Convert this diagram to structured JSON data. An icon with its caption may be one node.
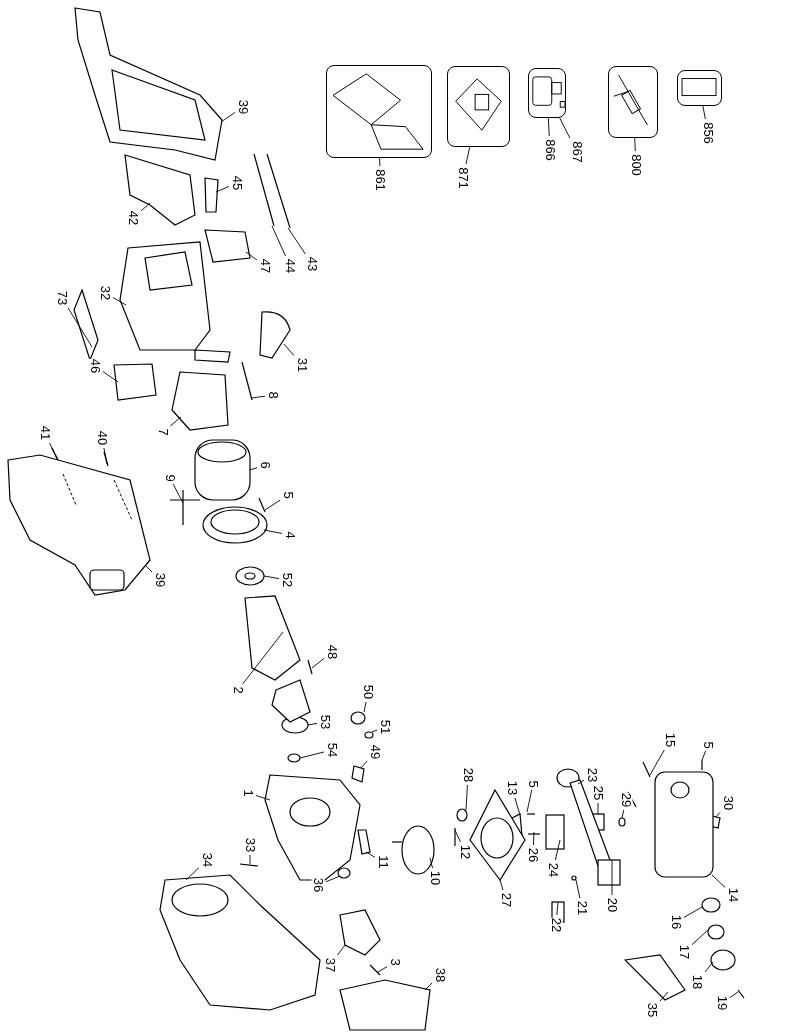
{
  "diagram": {
    "nodes": [
      {
        "text": [],
        "shape": "picture"
      },
      {
        "text": [],
        "shape": "picture"
      },
      {
        "text": [],
        "shape": "picture"
      },
      {
        "text": [],
        "shape": "picture"
      },
      {
        "text": [],
        "shape": "picture"
      },
      {
        "text": [
          "861"
        ]
      },
      {
        "text": [
          "871"
        ]
      },
      {
        "text": [
          "866"
        ]
      },
      {
        "text": [
          "867"
        ]
      },
      {
        "text": [
          "800"
        ]
      },
      {
        "text": [
          "856"
        ]
      },
      {
        "text": [
          "39"
        ]
      },
      {
        "text": [
          "45"
        ]
      },
      {
        "text": [
          "42"
        ]
      },
      {
        "text": [
          "47"
        ]
      },
      {
        "text": [
          "44"
        ]
      },
      {
        "text": [
          "43"
        ]
      },
      {
        "text": [
          "32"
        ]
      },
      {
        "text": [
          "73"
        ]
      },
      {
        "text": [
          "31"
        ]
      },
      {
        "text": [
          "46"
        ]
      },
      {
        "text": [
          "8"
        ]
      },
      {
        "text": [
          "7"
        ]
      },
      {
        "text": [
          "41"
        ]
      },
      {
        "text": [
          "40"
        ]
      },
      {
        "text": [
          "6"
        ]
      },
      {
        "text": [
          "9"
        ]
      },
      {
        "text": [
          "5"
        ]
      },
      {
        "text": [
          "4"
        ]
      },
      {
        "text": [
          "39"
        ]
      },
      {
        "text": [
          "52"
        ]
      },
      {
        "text": [
          "48"
        ]
      },
      {
        "text": [
          "2"
        ]
      },
      {
        "text": [
          "50"
        ]
      },
      {
        "text": [
          "53"
        ]
      },
      {
        "text": [
          "51"
        ]
      },
      {
        "text": [
          "54"
        ]
      },
      {
        "text": [
          "49"
        ]
      },
      {
        "text": [
          "1"
        ]
      },
      {
        "text": [
          "28"
        ]
      },
      {
        "text": [
          "13"
        ]
      },
      {
        "text": [
          "5"
        ]
      },
      {
        "text": [
          "23"
        ]
      },
      {
        "text": [
          "25"
        ]
      },
      {
        "text": [
          "29"
        ]
      },
      {
        "text": [
          "15"
        ]
      },
      {
        "text": [
          "5"
        ]
      },
      {
        "text": [
          "30"
        ]
      },
      {
        "text": [
          "11"
        ]
      },
      {
        "text": [
          "12"
        ]
      },
      {
        "text": [
          "26"
        ]
      },
      {
        "text": [
          "33"
        ]
      },
      {
        "text": [
          "24"
        ]
      },
      {
        "text": [
          "10"
        ]
      },
      {
        "text": [
          "27"
        ]
      },
      {
        "text": [
          "20"
        ]
      },
      {
        "text": [
          "21"
        ]
      },
      {
        "text": [
          "22"
        ]
      },
      {
        "text": [
          "14"
        ]
      },
      {
        "text": [
          "34"
        ]
      },
      {
        "text": [
          "16"
        ]
      },
      {
        "text": [
          "36"
        ]
      },
      {
        "text": [
          "17"
        ]
      },
      {
        "text": [
          "37"
        ]
      },
      {
        "text": [
          "3"
        ]
      },
      {
        "text": [
          "38"
        ]
      },
      {
        "text": [
          "18"
        ]
      },
      {
        "text": [
          "35"
        ]
      },
      {
        "text": [
          "19"
        ]
      },
      {
        "text": [],
        "shape": "picture"
      },
      {
        "text": [],
        "shape": "box"
      },
      {
        "text": [],
        "shape": "box"
      },
      {
        "text": [],
        "shape": "box"
      },
      {
        "text": [],
        "shape": "picture"
      },
      {
        "text": [],
        "shape": "picture"
      },
      {
        "text": [],
        "shape": "picture"
      },
      {
        "text": [],
        "shape": "box"
      },
      {
        "text": [],
        "shape": "box"
      },
      {
        "text": [],
        "shape": "box"
      },
      {
        "text": [],
        "shape": "picture"
      },
      {
        "text": [],
        "shape": "box"
      },
      {
        "text": [],
        "shape": "picture"
      },
      {
        "text": [],
        "shape": "picture"
      },
      {
        "text": [],
        "shape": "picture"
      },
      {
        "text": [],
        "shape": "picture"
      },
      {
        "text": [],
        "shape": "picture"
      },
      {
        "text": [],
        "shape": "picture"
      },
      {
        "text": [],
        "shape": "picture"
      },
      {
        "text": [],
        "shape": "picture"
      },
      {
        "text": [],
        "shape": "picture"
      },
      {
        "text": [],
        "shape": "box"
      },
      {
        "text": [],
        "shape": "circle"
      },
      {
        "text": [],
        "shape": "circle"
      },
      {
        "text": [],
        "shape": "circle"
      },
      {
        "text": [],
        "shape": "circle"
      },
      {
        "text": [],
        "shape": "box"
      },
      {
        "text": [],
        "shape": "picture"
      },
      {
        "text": [],
        "shape": "circle"
      },
      {
        "text": [],
        "shape": "box"
      },
      {
        "text": [],
        "shape": "picture"
      },
      {
        "text": [],
        "shape": "circle"
      },
      {
        "text": [],
        "shape": "box"
      },
      {
        "text": [],
        "shape": "circle"
      },
      {
        "text": [],
        "shape": "picture"
      },
      {
        "text": [],
        "shape": "picture"
      },
      {
        "text": [],
        "shape": "box"
      },
      {
        "text": [],
        "shape": "box"
      },
      {
        "text": [],
        "shape": "picture"
      },
      {
        "text": [],
        "shape": "picture"
      },
      {
        "text": [],
        "shape": "picture"
      },
      {
        "text": [],
        "shape": "box"
      },
      {
        "text": [],
        "shape": "picture"
      },
      {
        "text": [],
        "shape": "picture"
      },
      {
        "text": [],
        "shape": "picture"
      },
      {
        "text": [],
        "shape": "circle"
      },
      {
        "text": [],
        "shape": "box"
      },
      {
        "text": [],
        "shape": "picture"
      },
      {
        "text": [],
        "shape": "picture"
      },
      {
        "text": [],
        "shape": "circle"
      },
      {
        "text": [],
        "shape": "circle"
      },
      {
        "text": [],
        "shape": "circle"
      },
      {
        "text": [],
        "shape": "box"
      },
      {
        "text": [],
        "shape": "picture"
      },
      {
        "text": [],
        "shape": "box"
      },
      {
        "text": [],
        "shape": "circle"
      },
      {
        "text": [],
        "shape": "box"
      },
      {
        "text": [],
        "shape": "picture"
      }
    ],
    "edges": [
      {
        "from": 5,
        "to": 0,
        "arrow": "none"
      },
      {
        "from": 6,
        "to": 1,
        "arrow": "none"
      },
      {
        "from": 7,
        "to": 2,
        "arrow": "none"
      },
      {
        "from": 8,
        "to": 2,
        "arrow": "none"
      },
      {
        "from": 9,
        "to": 3,
        "arrow": "none"
      },
      {
        "from": 10,
        "to": 4,
        "arrow": "none"
      },
      {
        "from": 11,
        "to": 69,
        "arrow": "none"
      },
      {
        "from": 12,
        "to": 70,
        "arrow": "none"
      },
      {
        "from": 13,
        "to": 71,
        "arrow": "none"
      },
      {
        "from": 14,
        "to": 72,
        "arrow": "none"
      },
      {
        "from": 15,
        "to": 73,
        "arrow": "none"
      },
      {
        "from": 16,
        "to": 74,
        "arrow": "none"
      },
      {
        "from": 17,
        "to": 75,
        "arrow": "none"
      },
      {
        "from": 18,
        "to": 76,
        "arrow": "none"
      },
      {
        "from": 19,
        "to": 77,
        "arrow": "none"
      },
      {
        "from": 20,
        "to": 78,
        "arrow": "none"
      },
      {
        "from": 21,
        "to": 79,
        "arrow": "none"
      },
      {
        "from": 22,
        "to": 80,
        "arrow": "none"
      },
      {
        "from": 23,
        "to": 81,
        "arrow": "none"
      },
      {
        "from": 24,
        "to": 82,
        "arrow": "none"
      },
      {
        "from": 25,
        "to": 83,
        "arrow": "none"
      },
      {
        "from": 26,
        "to": 84,
        "arrow": "none"
      },
      {
        "from": 27,
        "to": 85,
        "arrow": "none"
      },
      {
        "from": 28,
        "to": 86,
        "arrow": "none"
      },
      {
        "from": 29,
        "to": 87,
        "arrow": "none"
      },
      {
        "from": 30,
        "to": 88,
        "arrow": "none"
      },
      {
        "from": 31,
        "to": 89,
        "arrow": "none"
      },
      {
        "from": 32,
        "to": 90,
        "arrow": "none"
      },
      {
        "from": 33,
        "to": 91,
        "arrow": "none"
      },
      {
        "from": 34,
        "to": 92,
        "arrow": "none"
      },
      {
        "from": 35,
        "to": 93,
        "arrow": "none"
      },
      {
        "from": 36,
        "to": 94,
        "arrow": "none"
      },
      {
        "from": 37,
        "to": 95,
        "arrow": "none"
      },
      {
        "from": 38,
        "to": 96,
        "arrow": "none"
      },
      {
        "from": 39,
        "to": 97,
        "arrow": "none"
      },
      {
        "from": 40,
        "to": 98,
        "arrow": "none"
      },
      {
        "from": 41,
        "to": 99,
        "arrow": "none"
      },
      {
        "from": 42,
        "to": 100,
        "arrow": "none"
      },
      {
        "from": 43,
        "to": 101,
        "arrow": "none"
      },
      {
        "from": 44,
        "to": 102,
        "arrow": "none"
      },
      {
        "from": 45,
        "to": 103,
        "arrow": "none"
      },
      {
        "from": 46,
        "to": 104,
        "arrow": "none"
      },
      {
        "from": 47,
        "to": 105,
        "arrow": "none"
      },
      {
        "from": 48,
        "to": 106,
        "arrow": "none"
      },
      {
        "from": 49,
        "to": 107,
        "arrow": "none"
      },
      {
        "from": 50,
        "to": 108,
        "arrow": "none"
      },
      {
        "from": 51,
        "to": 109,
        "arrow": "none"
      },
      {
        "from": 52,
        "to": 110,
        "arrow": "none"
      },
      {
        "from": 53,
        "to": 111,
        "arrow": "none"
      },
      {
        "from": 54,
        "to": 112,
        "arrow": "none"
      },
      {
        "from": 55,
        "to": 113,
        "arrow": "none"
      },
      {
        "from": 56,
        "to": 114,
        "arrow": "none"
      },
      {
        "from": 57,
        "to": 115,
        "arrow": "none"
      },
      {
        "from": 58,
        "to": 116,
        "arrow": "none"
      },
      {
        "from": 59,
        "to": 117,
        "arrow": "none"
      },
      {
        "from": 60,
        "to": 118,
        "arrow": "none"
      },
      {
        "from": 61,
        "to": 119,
        "arrow": "none"
      },
      {
        "from": 62,
        "to": 120,
        "arrow": "none"
      },
      {
        "from": 63,
        "to": 121,
        "arrow": "none"
      },
      {
        "from": 64,
        "to": 122,
        "arrow": "none"
      },
      {
        "from": 65,
        "to": 123,
        "arrow": "none"
      },
      {
        "from": 66,
        "to": 124,
        "arrow": "none"
      },
      {
        "from": 67,
        "to": 125,
        "arrow": "none"
      },
      {
        "from": 68,
        "to": 126,
        "arrow": "none"
      }
    ]
  }
}
